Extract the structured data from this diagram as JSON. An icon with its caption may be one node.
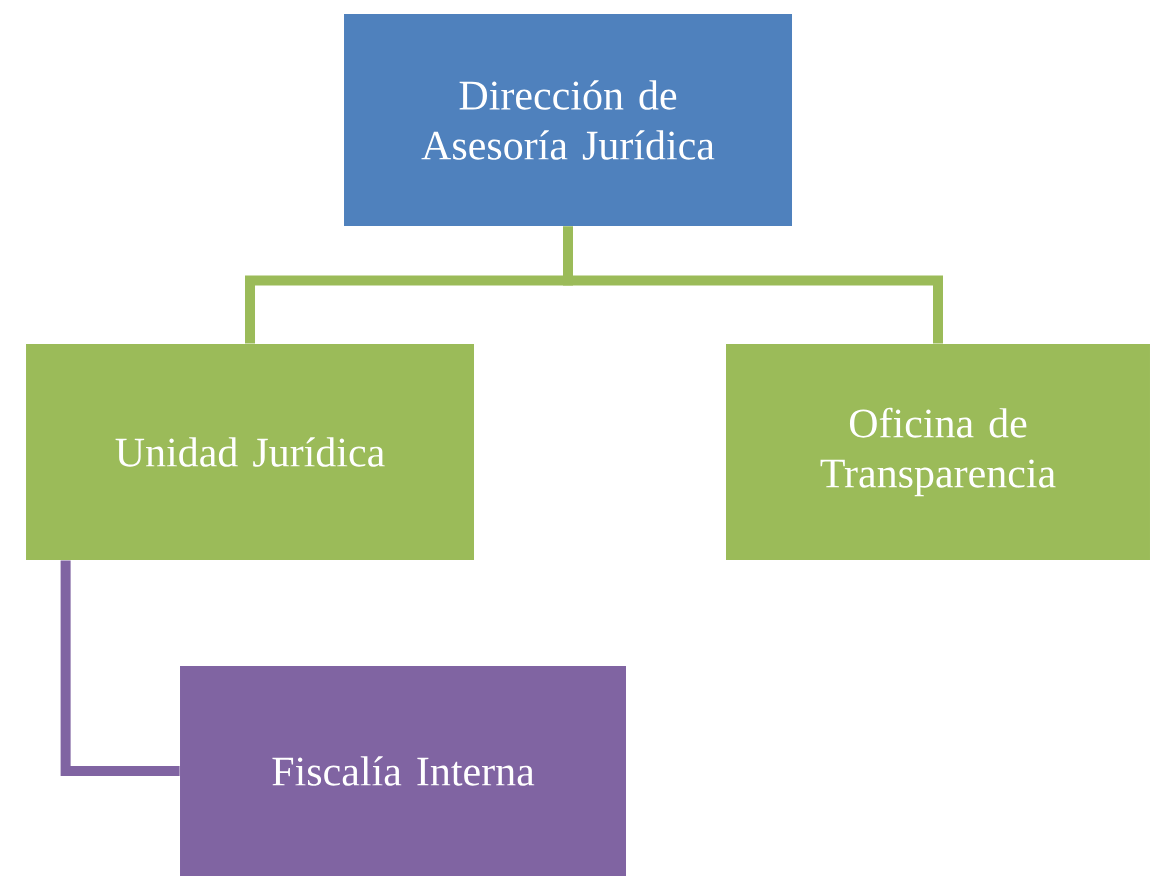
{
  "diagram": {
    "nodes": [
      {
        "text": [
          "Dirección de Asesoría Jurídica"
        ]
      },
      {
        "text": [
          "Unidad Jurídica"
        ]
      },
      {
        "text": [
          "Oficina de Transparencia"
        ]
      },
      {
        "text": [
          "Fiscalía Interna"
        ]
      }
    ],
    "edges": [
      {
        "from": 0,
        "to": 1,
        "arrow": "none"
      },
      {
        "from": 0,
        "to": 2,
        "arrow": "none"
      },
      {
        "from": 1,
        "to": 3,
        "arrow": "none",
        "color": "#8064a2"
      }
    ]
  }
}
